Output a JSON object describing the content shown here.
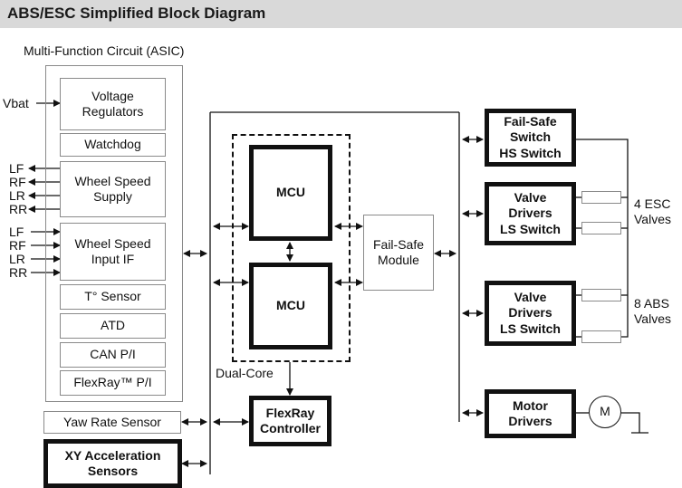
{
  "title": "ABS/ESC Simplified Block Diagram",
  "asic": {
    "label": "Multi-Function Circuit (ASIC)",
    "vbat": "Vbat",
    "voltage_regulators": "Voltage\nRegulators",
    "watchdog": "Watchdog",
    "wheel_speed_supply": "Wheel Speed\nSupply",
    "wheel_speed_input": "Wheel Speed\nInput IF",
    "t_sensor": "T° Sensor",
    "atd": "ATD",
    "can": "CAN P/I",
    "flexray_pi": "FlexRay™ P/I",
    "supply_outputs": [
      "LF",
      "RF",
      "LR",
      "RR"
    ],
    "input_signals": [
      "LF",
      "RF",
      "LR",
      "RR"
    ]
  },
  "mcu_top": "MCU",
  "mcu_bottom": "MCU",
  "dual_core": "Dual-Core",
  "flexray_controller": "FlexRay\nController",
  "failsafe_module": "Fail-Safe\nModule",
  "yaw_rate_sensor": "Yaw Rate Sensor",
  "xy_sensors": "XY Acceleration\nSensors",
  "failsafe_switch": "Fail-Safe\nSwitch\nHS Switch",
  "valve_drivers_esc": "Valve\nDrivers\nLS Switch",
  "valve_drivers_abs": "Valve\nDrivers\nLS Switch",
  "motor_drivers": "Motor\nDrivers",
  "motor_symbol": "M",
  "esc_valves": "4 ESC\nValves",
  "abs_valves": "8 ABS\nValves"
}
